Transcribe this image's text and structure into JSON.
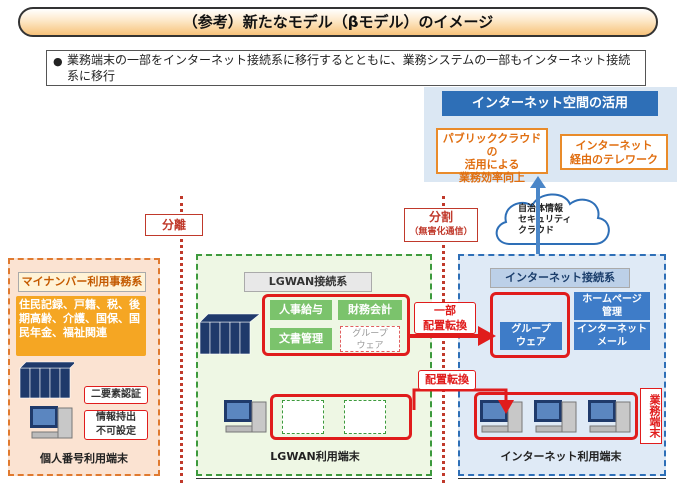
{
  "title": "（参考）新たなモデル（βモデル）のイメージ",
  "bullet": "業務端末の一部をインターネット接続系に移行するとともに、業務システムの一部もインターネット接続系に移行",
  "cloud_zone": {
    "title": "インターネット空間の活用",
    "box1": [
      "パブリッククラウドの",
      "活用による",
      "業務効率向上"
    ],
    "box2": [
      "インターネット",
      "経由のテレワーク"
    ]
  },
  "security_cloud": [
    "自治体情報",
    "セキュリティ",
    "クラウド"
  ],
  "split_labels": {
    "bunri": "分離",
    "bunkatsu": "分割",
    "mugaika": "（無害化通信）"
  },
  "mynumber_zone": {
    "title": "マイナンバー利用事務系",
    "systems": "住民記録、戸籍、税、後期高齢、介護、国保、国民年金、福祉関連",
    "auth": "二要素認証",
    "restrict": [
      "情報持出",
      "不可設定"
    ],
    "terminal_label": "個人番号利用端末"
  },
  "lgwan_zone": {
    "title": "LGWAN接続系",
    "apps": [
      "人事給与",
      "財務会計",
      "文書管理",
      "グループ\nウェア"
    ],
    "terminal_label": "LGWAN利用端末"
  },
  "internet_zone": {
    "title": "インターネット接続系",
    "groupware": [
      "グループ",
      "ウェア"
    ],
    "homepage": [
      "ホームページ",
      "管理"
    ],
    "mail": [
      "インターネット",
      "メール"
    ],
    "terminal_label": "インターネット利用端末",
    "gyomu": "業務端末"
  },
  "callouts": {
    "partial_move": [
      "一部",
      "配置転換"
    ],
    "move": "配置転換"
  },
  "colors": {
    "red": "#e01c1c",
    "green": "#7bc36c",
    "blue": "#3e7cc8",
    "orange": "#f5a623"
  }
}
